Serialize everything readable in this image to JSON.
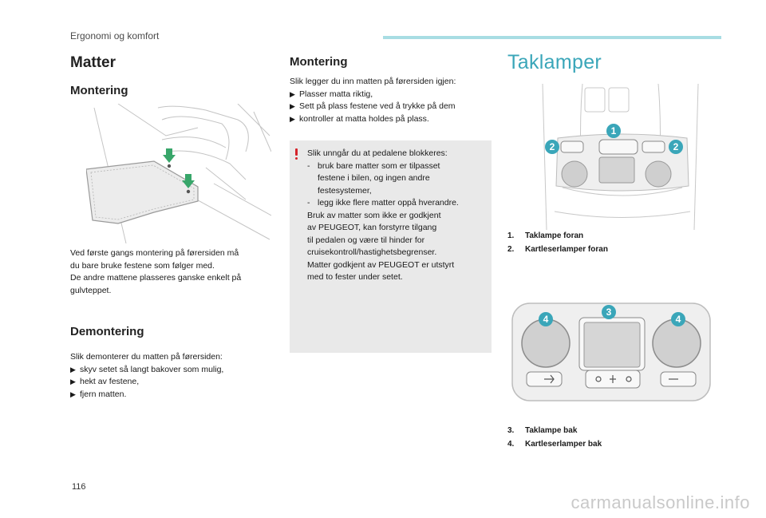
{
  "header": {
    "section_label": "Ergonomi og komfort",
    "accent_color": "#a8dde3"
  },
  "left_column": {
    "title": "Matter",
    "mounting_heading": "Montering",
    "mounting_text": [
      "Ved første gangs montering på førersiden må",
      "du bare bruke festene som følger med.",
      "De andre mattene plasseres ganske enkelt på",
      "gulvteppet."
    ],
    "removal_heading": "Demontering",
    "removal_intro": "Slik demonterer du matten på førersiden:",
    "removal_steps": [
      "skyv setet så langt bakover som mulig,",
      "hekt av festene,",
      "fjern matten."
    ]
  },
  "middle_column": {
    "heading": "Montering",
    "intro": "Slik legger du inn matten på førersiden igjen:",
    "steps": [
      "Plasser matta riktig,",
      "Sett på plass festene ved å trykke på dem",
      "kontroller at matta holdes på plass."
    ],
    "warning": {
      "intro": "Slik unngår du at pedalene blokkeres:",
      "items": [
        [
          "bruk bare matter som er tilpasset",
          "festene i bilen, og ingen andre",
          "festesystemer,"
        ],
        [
          "legg ikke flere matter oppå hverandre."
        ]
      ],
      "paragraph": [
        "Bruk av matter som ikke er godkjent",
        "av PEUGEOT, kan forstyrre tilgang",
        "til pedalen og være til hinder for",
        "cruisekontroll/hastighetsbegrenser.",
        "Matter godkjent av PEUGEOT er utstyrt",
        "med to fester under setet."
      ],
      "icon_color": "#d5232a"
    }
  },
  "right_column": {
    "title": "Taklamper",
    "front_legend": [
      {
        "num": "1.",
        "label": "Taklampe foran"
      },
      {
        "num": "2.",
        "label": "Kartleserlamper foran"
      }
    ],
    "rear_legend": [
      {
        "num": "3.",
        "label": "Taklampe bak"
      },
      {
        "num": "4.",
        "label": "Kartleserlamper bak"
      }
    ],
    "callouts": {
      "one": "1",
      "two": "2",
      "three": "3",
      "four": "4"
    },
    "callout_color": "#3aa6b9"
  },
  "footer": {
    "page_number": "116",
    "watermark": "carmanualsonline.info"
  }
}
